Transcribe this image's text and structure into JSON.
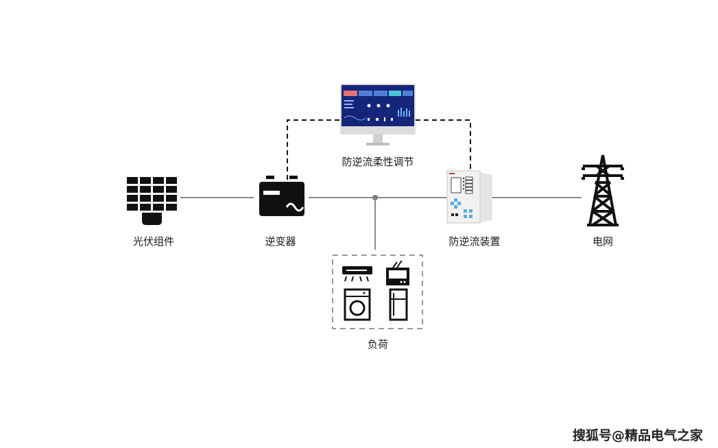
{
  "diagram": {
    "nodes": {
      "pv": {
        "label": "光伏组件",
        "icon": "solar-panel-icon"
      },
      "inverter": {
        "label": "逆变器",
        "icon": "inverter-icon"
      },
      "monitor": {
        "label": "防逆流柔性调节",
        "icon": "monitor-dashboard-icon"
      },
      "anti_backflow": {
        "label": "防逆流装置",
        "icon": "protection-relay-device-icon"
      },
      "grid": {
        "label": "电网",
        "icon": "transmission-tower-icon"
      },
      "load": {
        "label": "负荷",
        "icon": "household-appliances-icon",
        "appliances": [
          "air-conditioner-icon",
          "television-icon",
          "washing-machine-icon",
          "refrigerator-icon"
        ]
      }
    },
    "connections": [
      {
        "from": "pv",
        "to": "inverter",
        "style": "solid"
      },
      {
        "from": "inverter",
        "to": "anti_backflow",
        "style": "solid"
      },
      {
        "from": "junction",
        "to": "load",
        "style": "solid"
      },
      {
        "from": "anti_backflow",
        "to": "grid",
        "style": "solid"
      },
      {
        "from": "inverter",
        "to": "monitor",
        "style": "dashed"
      },
      {
        "from": "monitor",
        "to": "anti_backflow",
        "style": "dashed"
      }
    ]
  },
  "watermark": "搜狐号@精品电气之家"
}
